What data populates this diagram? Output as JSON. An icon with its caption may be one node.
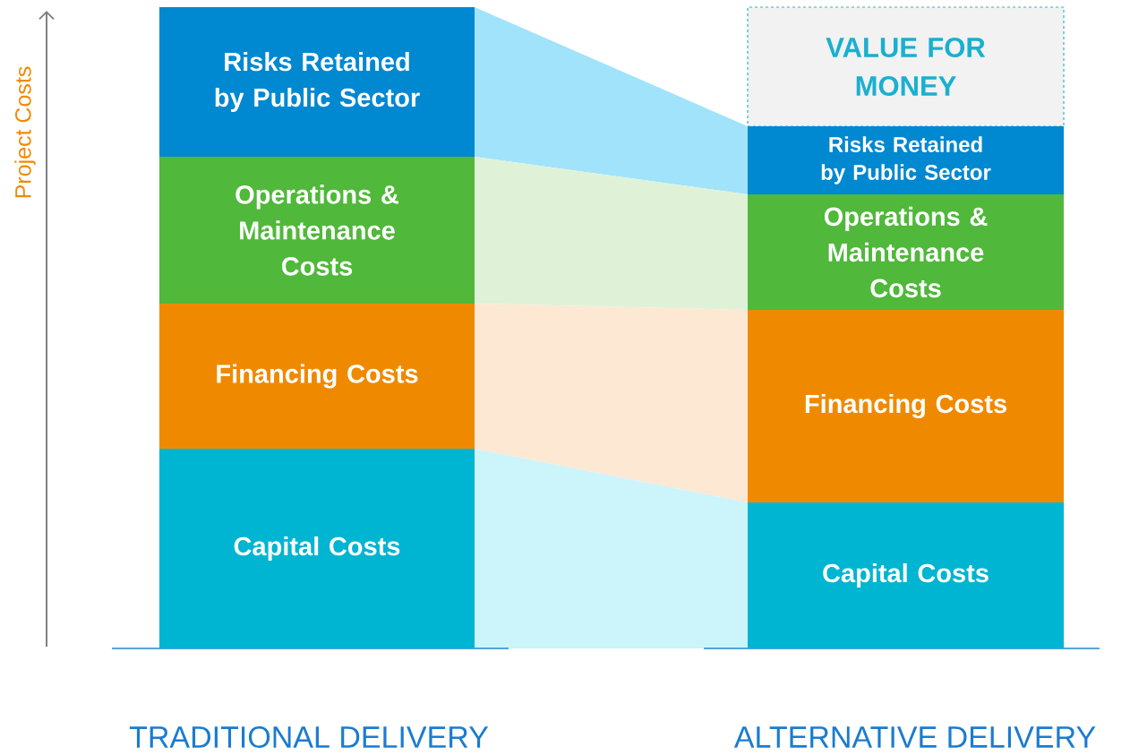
{
  "diagram": {
    "nodes": [
      {
        "text": [
          "Risks Retained by Public Sector"
        ]
      },
      {
        "text": [
          "Operations & Maintenance Costs"
        ]
      },
      {
        "text": [
          "Financing Costs"
        ]
      },
      {
        "text": [
          "Capital Costs"
        ]
      },
      {
        "text": [
          "VALUE FOR MONEY"
        ]
      },
      {
        "text": [
          "Risks Retained by Public Sector"
        ]
      },
      {
        "text": [
          "Operations & Maintenance Costs"
        ]
      },
      {
        "text": [
          "Financing Costs"
        ]
      },
      {
        "text": [
          "Capital Costs"
        ]
      }
    ],
    "labels": [
      "Project Costs",
      "TRADITIONAL DELIVERY",
      "ALTERNATIVE DELIVERY"
    ]
  }
}
